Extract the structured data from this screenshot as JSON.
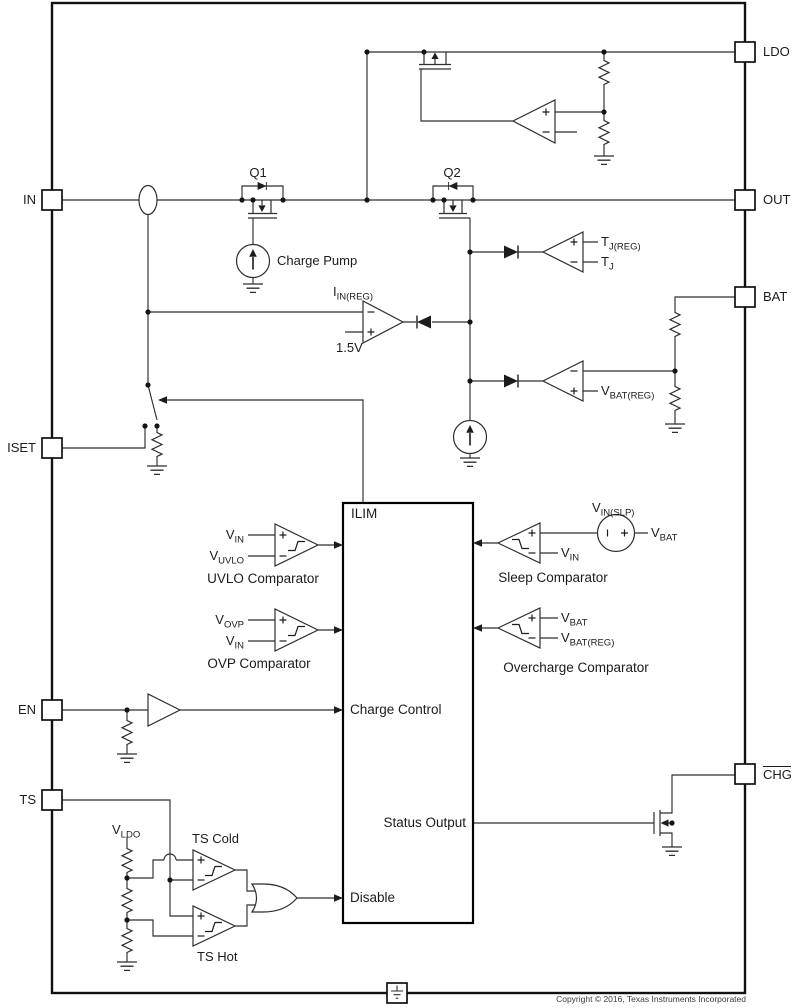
{
  "diagram": {
    "pins": {
      "in": "IN",
      "iset": "ISET",
      "en": "EN",
      "ts": "TS",
      "ldo": "LDO",
      "out": "OUT",
      "bat": "BAT",
      "chg": "CHG"
    },
    "transistors": {
      "q1": "Q1",
      "q2": "Q2"
    },
    "labels": {
      "charge_pump": "Charge Pump",
      "ref_1v5": "1.5V",
      "ilim": "ILIM",
      "charge_control": "Charge Control",
      "status_output": "Status Output",
      "disable": "Disable",
      "uvlo_comparator": "UVLO Comparator",
      "ovp_comparator": "OVP Comparator",
      "sleep_comparator": "Sleep Comparator",
      "overcharge_comparator": "Overcharge Comparator",
      "ts_cold": "TS Cold",
      "ts_hot": "TS Hot"
    },
    "signals": {
      "iin_reg": {
        "main": "I",
        "sub": "IN(REG)"
      },
      "tj_reg": {
        "main": "T",
        "sub": "J(REG)"
      },
      "tj": {
        "main": "T",
        "sub": "J"
      },
      "vbat_reg": {
        "main": "V",
        "sub": "BAT(REG)"
      },
      "vin": {
        "main": "V",
        "sub": "IN"
      },
      "vuvlo": {
        "main": "V",
        "sub": "UVLO"
      },
      "vovp": {
        "main": "V",
        "sub": "OVP"
      },
      "vin_slp": {
        "main": "V",
        "sub": "IN(SLP)"
      },
      "vbat": {
        "main": "V",
        "sub": "BAT"
      },
      "vldo": {
        "main": "V",
        "sub": "LDO"
      }
    },
    "footer": {
      "copyright": "Copyright © 2016, Texas Instruments Incorporated"
    }
  }
}
